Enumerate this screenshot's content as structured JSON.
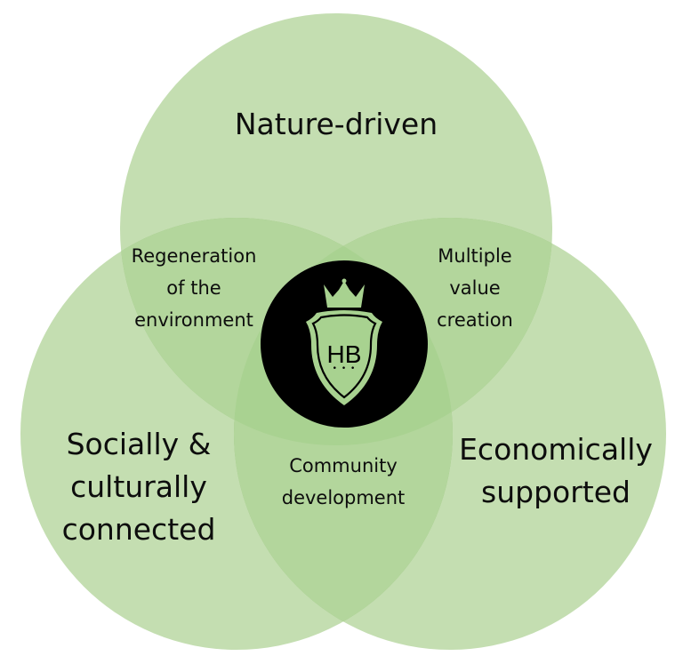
{
  "diagram": {
    "type": "venn-3",
    "colors": {
      "circle_fill": "#8BC26A",
      "circle_opacity": 0.5,
      "center_badge": "#000000",
      "logo": "#A8D290",
      "background": "#ffffff"
    },
    "circles": [
      {
        "id": "top",
        "label": "Nature-driven"
      },
      {
        "id": "left",
        "label": "Socially &\nculturally\nconnected"
      },
      {
        "id": "right",
        "label": "Economically\nsupported"
      }
    ],
    "overlaps": [
      {
        "id": "top-left",
        "label": "Regeneration\nof the\nenvironment"
      },
      {
        "id": "top-right",
        "label": "Multiple\nvalue\ncreation"
      },
      {
        "id": "left-right",
        "label": "Community\ndevelopment"
      }
    ],
    "center": {
      "logo_text": "HB",
      "logo_icon": "crown-shield-icon",
      "dots": "• • •"
    }
  }
}
